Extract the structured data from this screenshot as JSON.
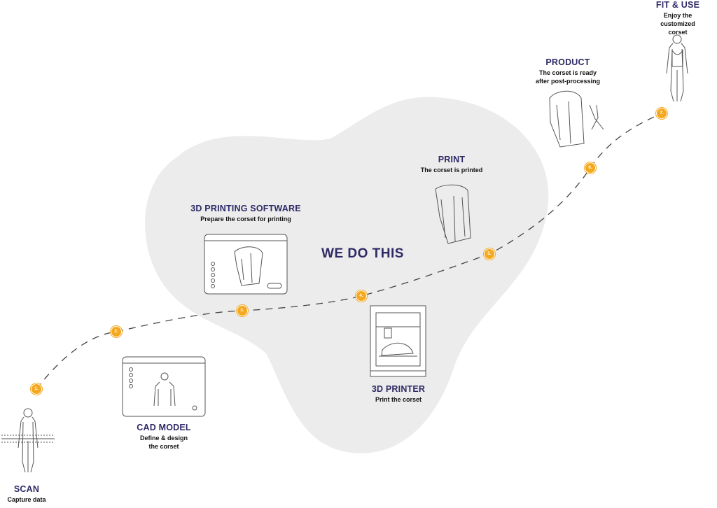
{
  "center_label": "WE DO THIS",
  "steps": [
    {
      "number": "1.",
      "title": "SCAN",
      "description": "Capture data"
    },
    {
      "number": "2.",
      "title": "CAD MODEL",
      "description": "Define & design\nthe corset"
    },
    {
      "number": "3.",
      "title": "3D PRINTING SOFTWARE",
      "description": "Prepare the corset for printing"
    },
    {
      "number": "4.",
      "title": "3D PRINTER",
      "description": "Print the corset"
    },
    {
      "number": "5.",
      "title": "PRINT",
      "description": "The corset is printed"
    },
    {
      "number": "6.",
      "title": "PRODUCT",
      "description": "The corset is ready\nafter post-processing"
    },
    {
      "number": "7.",
      "title": "FIT & USE",
      "description": "Enjoy the customized\ncorset"
    }
  ],
  "icons": [
    "body-scan-icon",
    "cad-window-icon",
    "slicer-window-icon",
    "3d-printer-icon",
    "printed-corset-icon",
    "corset-pliers-icon",
    "fitted-body-icon"
  ],
  "colors": {
    "title": "#2e2a66",
    "marker": "#f4a81e",
    "blob": "#ececec",
    "path": "#444444"
  }
}
